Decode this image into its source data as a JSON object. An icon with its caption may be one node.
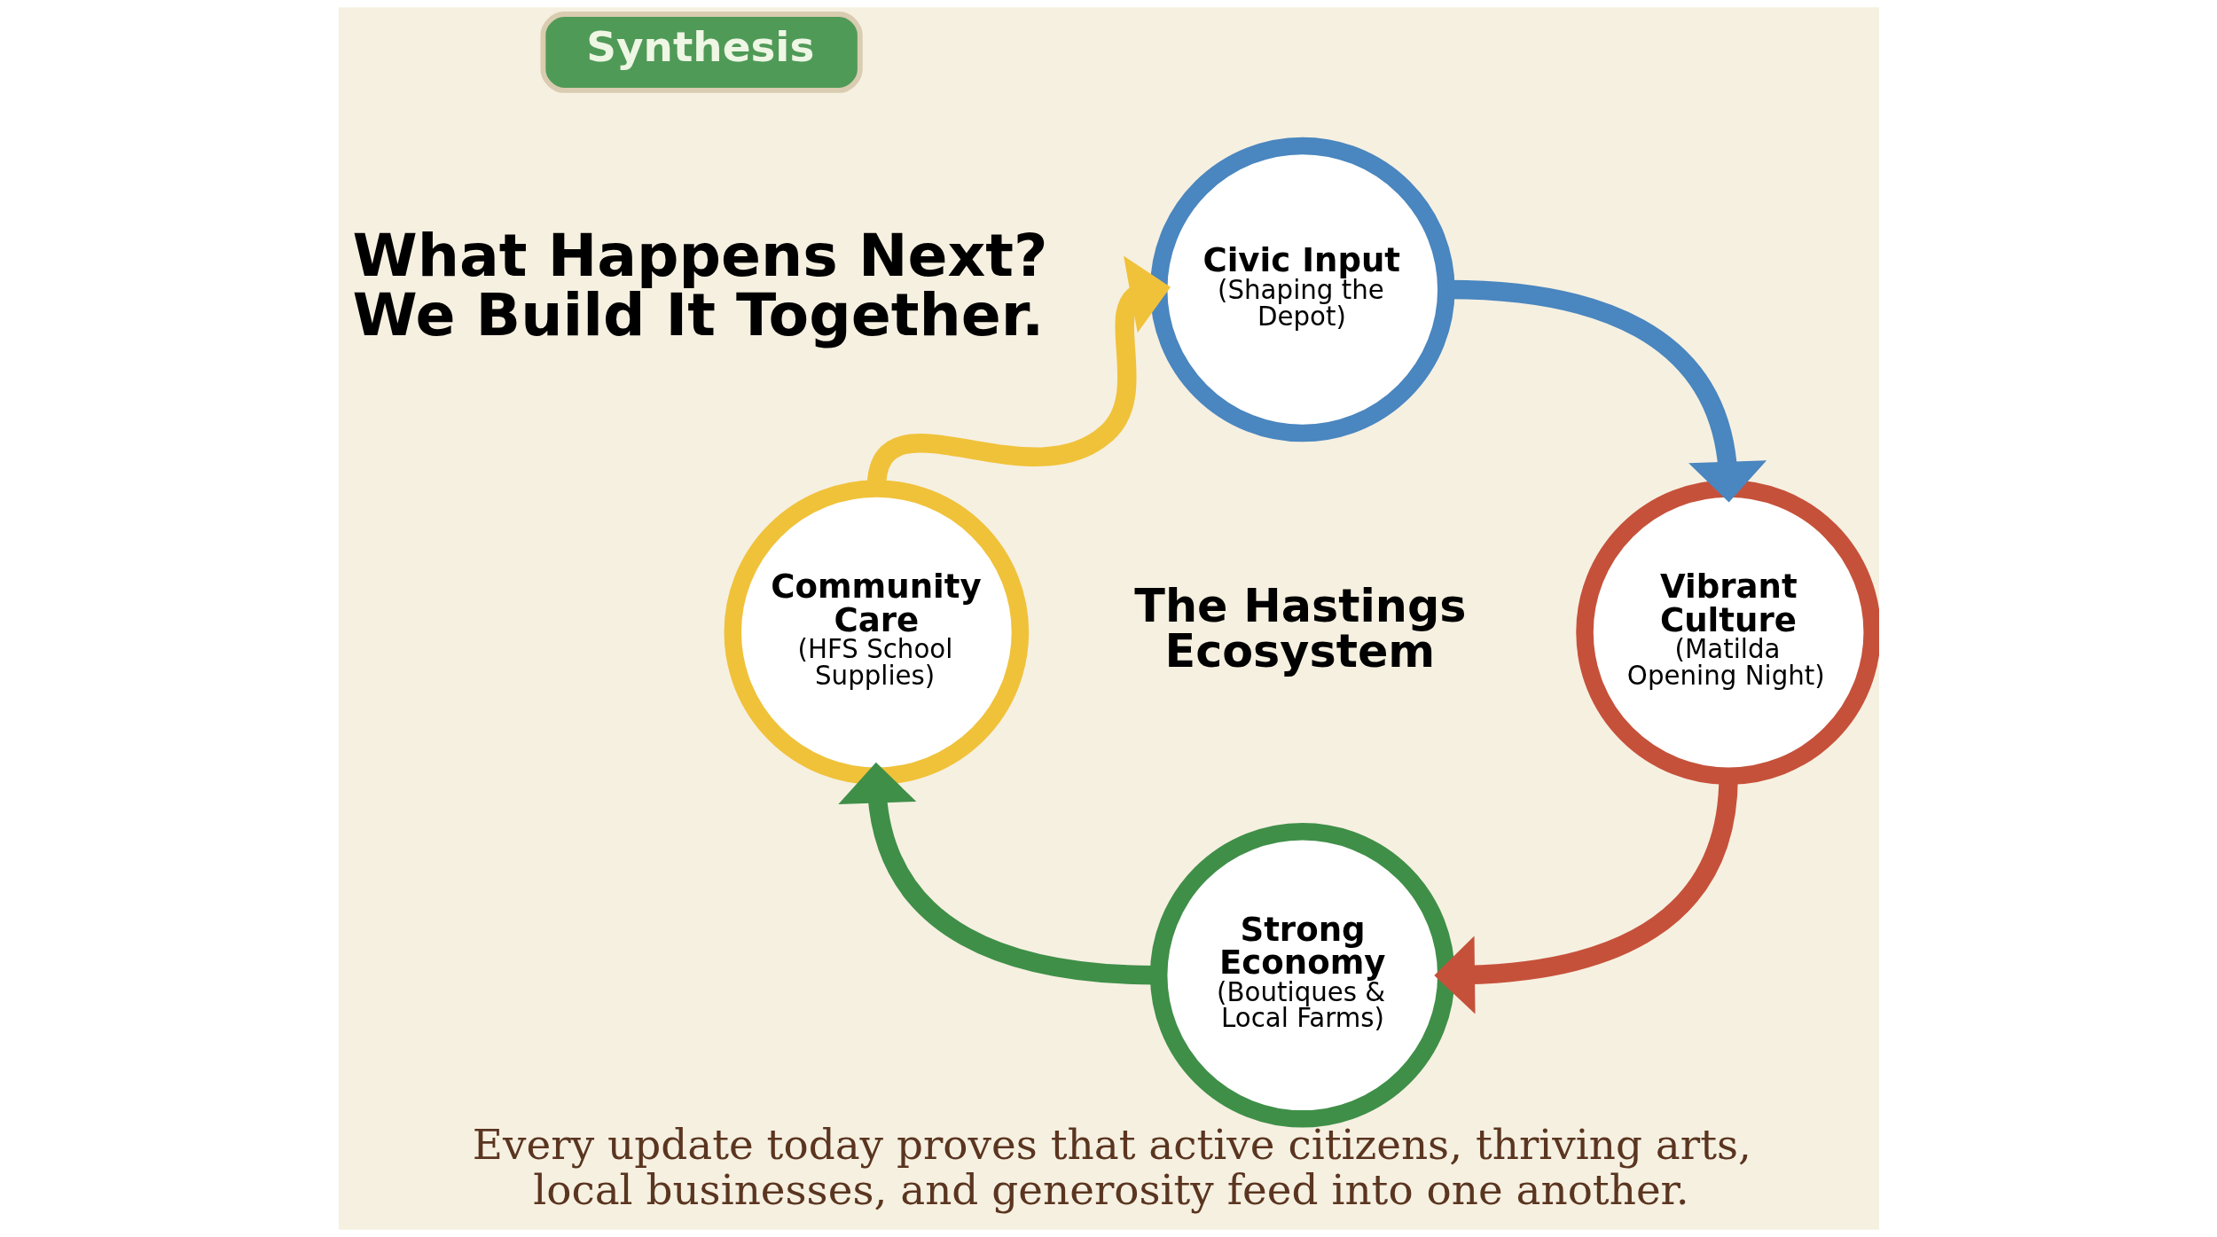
{
  "diagram": {
    "title": "What Happens Next? We Build It Together.",
    "caption": "Every update today proves that active citizens, thriving arts, local businesses, and generosity feed into one another.",
    "nodes": [
      {
        "text": [
          "Synthesis"
        ]
      },
      {
        "text": [
          "Civic Input",
          "(Shaping the Depot)"
        ]
      },
      {
        "text": [
          "Community Care",
          "(HFS School Supplies)"
        ]
      },
      {
        "text": [
          "Vibrant Culture",
          "(Matilda Opening Night)"
        ]
      },
      {
        "text": [
          "Strong Economy",
          "(Boutiques & Local Farms)"
        ]
      }
    ],
    "edges": [
      {
        "from": 1,
        "to": 3,
        "arrow": "to",
        "color": "#4a86bf"
      },
      {
        "from": 3,
        "to": 4,
        "arrow": "to",
        "color": "#c6513a"
      },
      {
        "from": 4,
        "to": 2,
        "arrow": "to",
        "color": "#3f8f48"
      },
      {
        "from": 2,
        "to": 1,
        "arrow": "to",
        "color": "#f0c23a"
      }
    ],
    "labels": [
      "The Hastings Ecosystem"
    ]
  }
}
